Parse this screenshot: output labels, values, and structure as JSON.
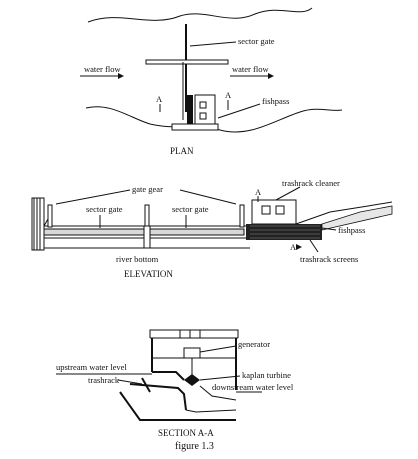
{
  "plan": {
    "sector_gate": "sector gate",
    "water_flow_left": "water flow",
    "water_flow_right": "water flow",
    "fishpass": "fishpass",
    "section_marker": "A",
    "title": "PLAN"
  },
  "elevation": {
    "gate_gear": "gate gear",
    "trashrack_cleaner": "trashrack cleaner",
    "sector_gate_left": "sector gate",
    "sector_gate_right": "sector gate",
    "fishpass": "fishpass",
    "river_bottom": "river bottom",
    "trashrack_screens": "trashrack screens",
    "section_marker": "A",
    "title": "ELEVATION"
  },
  "section": {
    "generator": "generator",
    "upstream_water_level": "upstream water level",
    "trashrack": "trashrack",
    "kaplan_turbine": "kaplan turbine",
    "downstream_water_level": "downstream water level",
    "title": "SECTION A-A"
  },
  "figure_label": "figure 1.3"
}
